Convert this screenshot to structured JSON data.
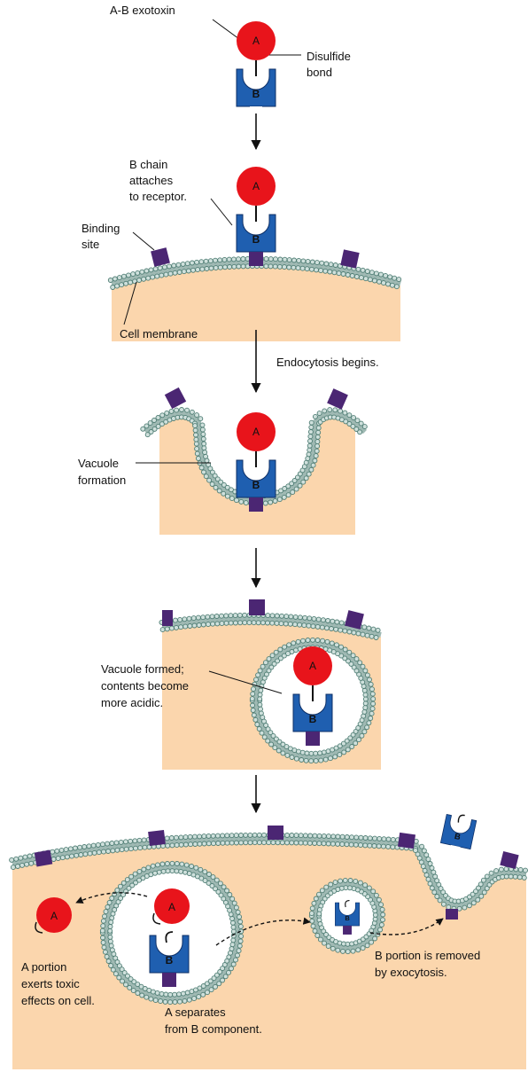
{
  "colors": {
    "a_chain": "#e8141b",
    "b_chain": "#1f5fb0",
    "receptor": "#4b2673",
    "cytoplasm": "#fbd6ad",
    "membrane_head": "#cfe0dc",
    "membrane_edge": "#4f7d74"
  },
  "labels": {
    "ab_exotoxin": "A-B exotoxin",
    "disulfide": [
      "Disulfide",
      "bond"
    ],
    "b_chain_attaches": [
      "B chain",
      "attaches",
      "to receptor."
    ],
    "binding_site": [
      "Binding",
      "site"
    ],
    "cell_membrane": "Cell membrane",
    "endocytosis": "Endocytosis begins.",
    "vacuole_formation": [
      "Vacuole",
      "formation"
    ],
    "vacuole_formed": [
      "Vacuole formed;",
      "contents become",
      "more acidic."
    ],
    "a_portion": [
      "A portion",
      "exerts toxic",
      "effects on cell."
    ],
    "a_separates": [
      "A separates",
      "from B component."
    ],
    "b_removed": [
      "B portion is removed",
      "by exocytosis."
    ]
  },
  "chain_letters": {
    "a": "A",
    "b": "B"
  },
  "icons": [
    "arrow-down-icon",
    "dashed-arrow-icon"
  ]
}
